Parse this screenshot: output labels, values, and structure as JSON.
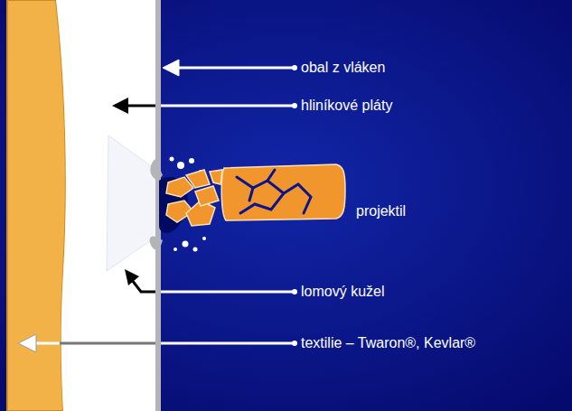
{
  "diagram": {
    "labels": [
      "obal z vláken",
      "hliníkové pláty",
      "projektil",
      "lomový kužel",
      "textilie – Twaron®, Kevlar®"
    ]
  }
}
